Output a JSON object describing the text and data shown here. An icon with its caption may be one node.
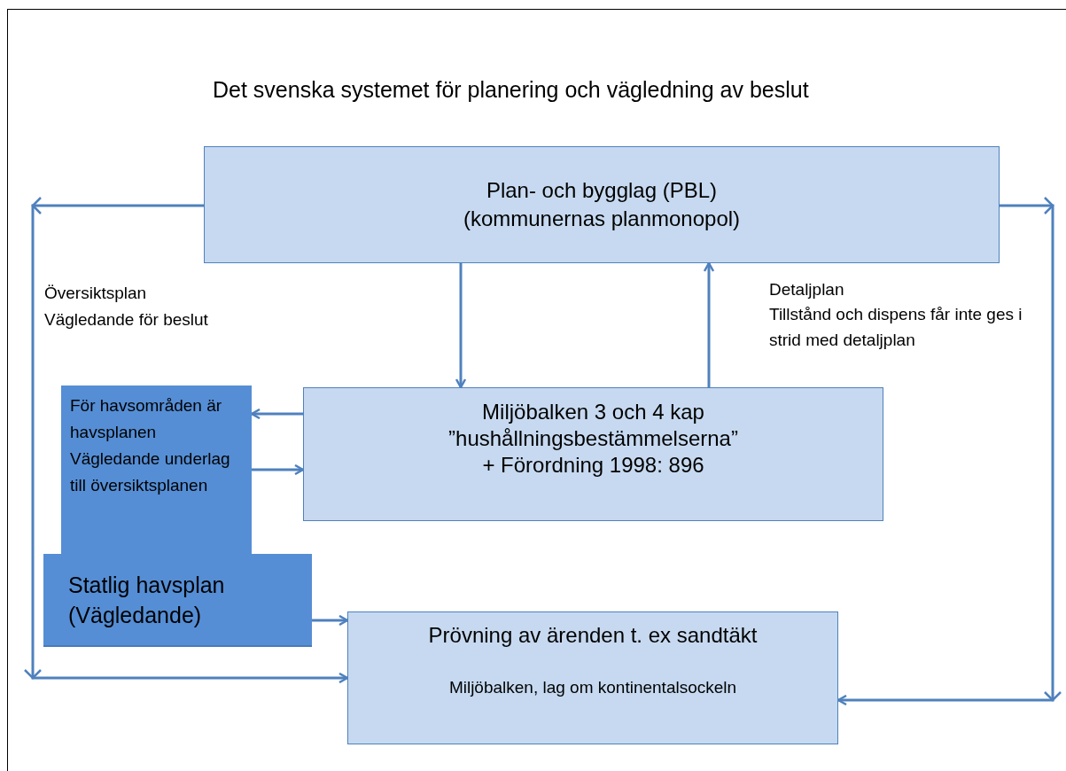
{
  "diagram": {
    "title": "Det svenska systemet för planering och vägledning av beslut",
    "nodes": [
      {
        "text": [
          "Plan- och bygglag (PBL)",
          "(kommunernas planmonopol)"
        ]
      },
      {
        "text": [
          "Miljöbalken 3 och 4 kap",
          "”hushållningsbestämmelserna”",
          "+  Förordning 1998: 896"
        ]
      },
      {
        "text": [
          "För havsområden är havsplanen Vägledande underlag till översiktsplanen"
        ]
      },
      {
        "text": [
          "Statlig havsplan (Vägledande)"
        ]
      },
      {
        "text": [
          "Prövning av ärenden t. ex sandtäkt",
          "Miljöbalken, lag om kontinentalsockeln"
        ]
      }
    ],
    "edges": [
      {
        "from": 0,
        "to": 4,
        "arrow": "to"
      },
      {
        "from": 0,
        "to": 4,
        "arrow": "to"
      },
      {
        "from": 0,
        "to": 1,
        "arrow": "to"
      },
      {
        "from": 1,
        "to": 0,
        "arrow": "to"
      },
      {
        "from": 1,
        "to": 2,
        "arrow": "to"
      },
      {
        "from": 2,
        "to": 1,
        "arrow": "to"
      },
      {
        "from": 3,
        "to": 4,
        "arrow": "to"
      }
    ],
    "labels": [
      "Översiktsplan",
      "Vägledande för beslut",
      "Detaljplan",
      "Tillstånd och dispens får inte ges i strid med detaljplan"
    ]
  }
}
